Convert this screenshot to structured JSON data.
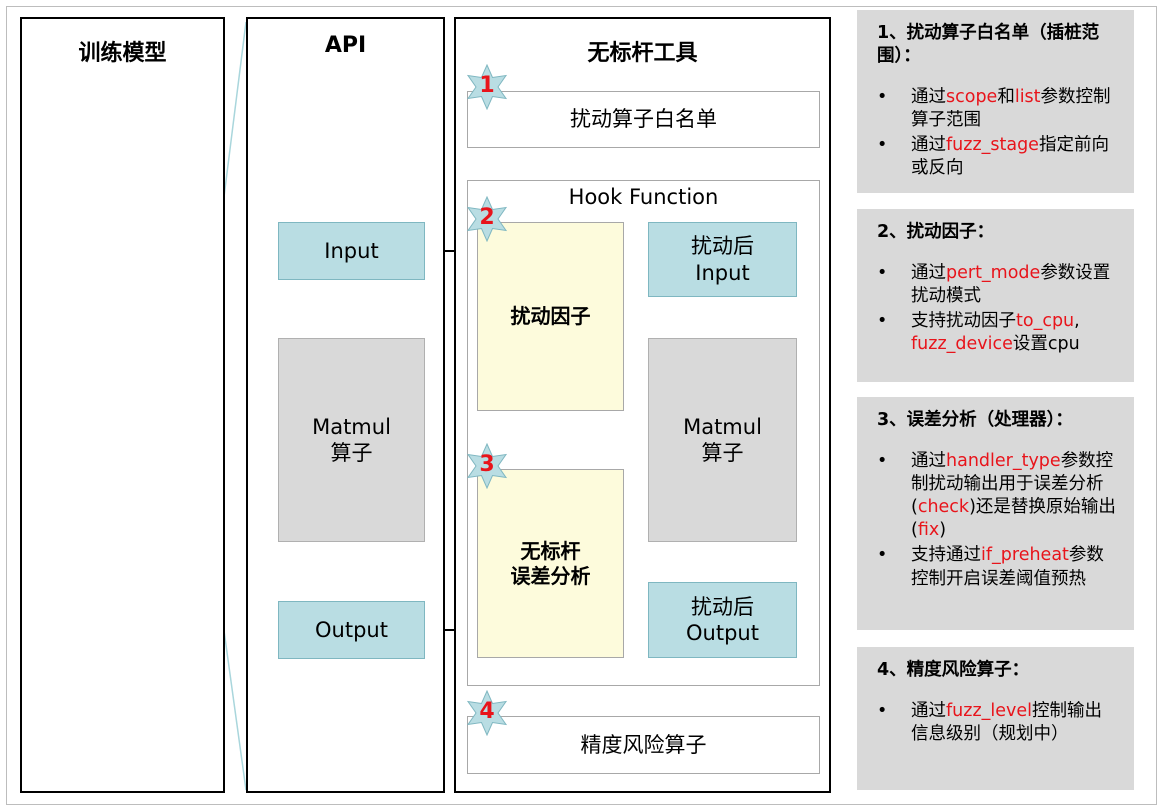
{
  "panels": {
    "model_title": "训练模型",
    "api_title": "API",
    "tool_title": "无标杆工具"
  },
  "api": {
    "input": "Input",
    "matmul": "Matmul\n算子",
    "output": "Output"
  },
  "tool": {
    "whitelist": "扰动算子白名单",
    "hook_label": "Hook Function",
    "perturb_factor": "扰动因子",
    "perturbed_input": "扰动后\nInput",
    "matmul": "Matmul\n算子",
    "error_analysis": "无标杆\n误差分析",
    "perturbed_output": "扰动后\nOutput",
    "precision_risk": "精度风险算子",
    "steps": [
      "1",
      "2",
      "3",
      "4"
    ]
  },
  "notes": [
    {
      "title": "1、扰动算子白名单（插桩范围）：",
      "items": [
        [
          {
            "t": "通过"
          },
          {
            "t": "scope",
            "red": true
          },
          {
            "t": "和"
          },
          {
            "t": "list",
            "red": true
          },
          {
            "t": "参数控制算子范围"
          }
        ],
        [
          {
            "t": "通过"
          },
          {
            "t": "fuzz_stage",
            "red": true
          },
          {
            "t": "指定前向或反向"
          }
        ]
      ]
    },
    {
      "title": "2、扰动因子：",
      "items": [
        [
          {
            "t": "通过"
          },
          {
            "t": "pert_mode",
            "red": true
          },
          {
            "t": "参数设置扰动模式"
          }
        ],
        [
          {
            "t": "支持扰动因子"
          },
          {
            "t": "to_cpu",
            "red": true
          },
          {
            "t": ", "
          },
          {
            "t": "fuzz_device",
            "red": true
          },
          {
            "t": "设置cpu"
          }
        ]
      ]
    },
    {
      "title": "3、误差分析（处理器）：",
      "items": [
        [
          {
            "t": "通过"
          },
          {
            "t": "handler_type",
            "red": true
          },
          {
            "t": "参数控制扰动输出用于误差分析("
          },
          {
            "t": "check",
            "red": true
          },
          {
            "t": ")还是替换原始输出("
          },
          {
            "t": "fix",
            "red": true
          },
          {
            "t": ")"
          }
        ],
        [
          {
            "t": "支持通过"
          },
          {
            "t": "if_preheat",
            "red": true
          },
          {
            "t": "参数控制开启误差阈值预热"
          }
        ]
      ]
    },
    {
      "title": "4、精度风险算子：",
      "items": [
        [
          {
            "t": "通过"
          },
          {
            "t": "fuzz_level",
            "red": true
          },
          {
            "t": "控制输出信息级别（规划中）"
          }
        ]
      ]
    }
  ],
  "colors": {
    "blue_box": "#b9dde3",
    "gray_box": "#d9d9d9",
    "yellow_box": "#fdfbdc",
    "star_fill": "#b9dde3",
    "accent_red": "#e8141b",
    "neuron_yellow": "#ffff00",
    "neuron_teal": "#8fc7cc"
  }
}
